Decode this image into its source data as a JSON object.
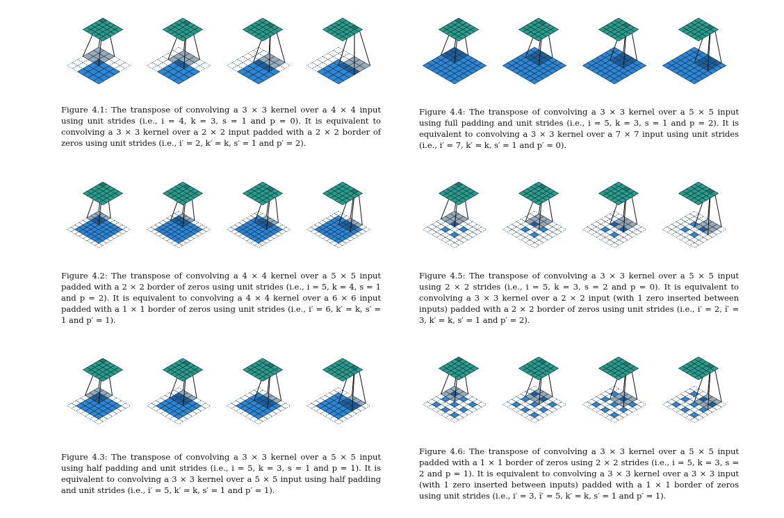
{
  "figures": [
    {
      "id": "4.1",
      "label": "Figure 4.1:",
      "text": "The transpose of convolving a 3 × 3 kernel over a 4 × 4 input using unit strides (i.e., i = 4, k = 3, s = 1 and p = 0). It is equivalent to convolving a 3 × 3 kernel over a 2 × 2 input padded with a 2 × 2 border of zeros using unit strides (i.e., i′ = 2, k′ = k, s′ = 1 and p′ = 2).",
      "input": {
        "size": 6,
        "real": [
          2,
          3,
          4,
          5
        ],
        "stride": 1
      },
      "kernel_positions": [
        [
          0,
          0
        ],
        [
          1,
          0
        ],
        [
          2,
          0
        ],
        [
          3,
          0
        ]
      ]
    },
    {
      "id": "4.2",
      "label": "Figure 4.2:",
      "text": "The transpose of convolving a 4 × 4 kernel over a 5 × 5 input padded with a 2 × 2 border of zeros using unit strides (i.e., i = 5, k = 4, s = 1 and p = 2). It is equivalent to convolving a 4 × 4 kernel over a 6 × 6 input padded with a 1 × 1 border of zeros using unit strides (i.e., i′ = 6, k′ = k, s′ = 1 and p′ = 1).",
      "input": {
        "size": 8,
        "real": [
          1,
          2,
          3,
          4,
          5,
          6
        ],
        "stride": 1
      },
      "kernel_positions": [
        [
          0,
          0
        ],
        [
          1,
          0
        ],
        [
          2,
          0
        ],
        [
          3,
          0
        ]
      ]
    },
    {
      "id": "4.3",
      "label": "Figure 4.3:",
      "text": "The transpose of convolving a 3 × 3 kernel over a 5 × 5 input using half padding and unit strides (i.e., i = 5, k = 3, s = 1 and p = 1). It is equivalent to convolving a 3 × 3 kernel over a 5 × 5 input using half padding and unit strides (i.e., i′ = 5, k′ = k, s′ = 1 and p′ = 1).",
      "input": {
        "size": 7,
        "real": [
          1,
          2,
          3,
          4,
          5
        ],
        "stride": 1
      },
      "kernel_positions": [
        [
          0,
          0
        ],
        [
          1,
          0
        ],
        [
          2,
          0
        ],
        [
          3,
          0
        ]
      ]
    },
    {
      "id": "4.4",
      "label": "Figure 4.4:",
      "text": "The transpose of convolving a 3 × 3 kernel over a 5 × 5 input using full padding and unit strides (i.e., i = 5, k = 3, s = 1 and p = 2). It is equivalent to convolving a 3 × 3 kernel over a 7 × 7 input using unit strides (i.e., i′ = 7, k′ = k, s′ = 1 and p′ = 0).",
      "input": {
        "size": 7,
        "real": [
          0,
          1,
          2,
          3,
          4,
          5,
          6
        ],
        "stride": 1
      },
      "kernel_positions": [
        [
          0,
          0
        ],
        [
          1,
          0
        ],
        [
          2,
          0
        ],
        [
          3,
          0
        ]
      ]
    },
    {
      "id": "4.5",
      "label": "Figure 4.5:",
      "text": "The transpose of convolving a 3 × 3 kernel over a 5 × 5 input using 2 × 2 strides (i.e., i = 5, k = 3, s = 2 and p = 0). It is equivalent to convolving a 3 × 3 kernel over a 2 × 2 input (with 1 zero inserted between inputs) padded with a 2 × 2 border of zeros using unit strides (i.e., i′ = 2, ĩ′ = 3, k′ = k, s′ = 1 and p′ = 2).",
      "input": {
        "size": 7,
        "real": [
          2,
          4
        ],
        "stride": 2
      },
      "kernel_positions": [
        [
          0,
          0
        ],
        [
          1,
          0
        ],
        [
          2,
          0
        ],
        [
          3,
          0
        ]
      ]
    },
    {
      "id": "4.6",
      "label": "Figure 4.6:",
      "text": "The transpose of convolving a 3 × 3 kernel over a 5 × 5 input padded with a 1 × 1 border of zeros using 2 × 2 strides (i.e., i = 5, k = 3, s = 2 and p = 1). It is equivalent to convolving a 3 × 3 kernel over a 3 × 3 input (with 1 zero inserted between inputs) padded with a 1 × 1 border of zeros using unit strides (i.e., i′ = 3, ĩ′ = 5, k′ = k, s′ = 1 and p′ = 1).",
      "input": {
        "size": 7,
        "real": [
          1,
          3,
          5
        ],
        "stride": 2
      },
      "kernel_positions": [
        [
          0,
          0
        ],
        [
          1,
          0
        ],
        [
          2,
          0
        ],
        [
          3,
          0
        ]
      ]
    }
  ],
  "colors": {
    "output": "#2a9d8f",
    "output_dark": "#1f7a70",
    "input": "#2e86d6",
    "input_dark": "#1f5e99",
    "kernel_shadow": "#9aa9b4",
    "grid_line": "#163a54"
  }
}
